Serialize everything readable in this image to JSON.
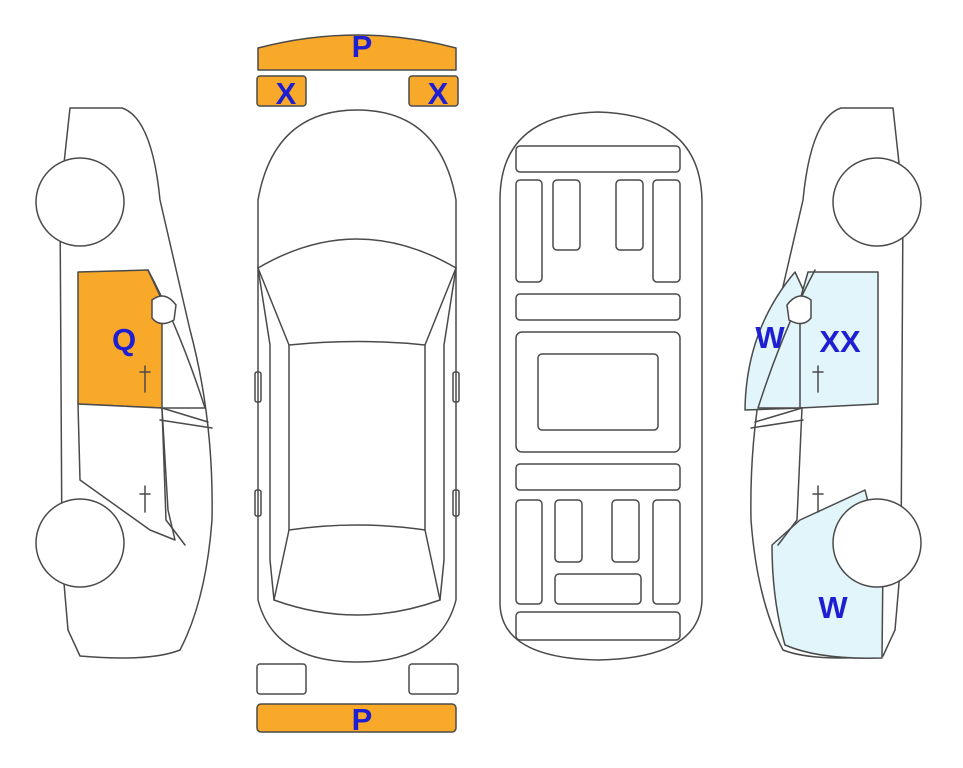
{
  "colors": {
    "orange": "#f8a92a",
    "light_blue": "#e2f5fb",
    "label_blue": "#1f1fd2",
    "outline": "#4a4a4a"
  },
  "labels": {
    "front_bumper": "P",
    "front_left_marker": "X",
    "front_right_marker": "X",
    "rear_bumper": "P",
    "left_front_door": "Q",
    "right_front_fender": "W",
    "right_front_door": "XX",
    "right_rear_quarter": "W"
  },
  "damaged_panels": [
    {
      "panel": "front-bumper",
      "color": "orange"
    },
    {
      "panel": "front-left-lamp",
      "color": "orange"
    },
    {
      "panel": "front-right-lamp",
      "color": "orange"
    },
    {
      "panel": "rear-bumper",
      "color": "orange"
    },
    {
      "panel": "left-front-door",
      "color": "orange"
    },
    {
      "panel": "right-front-fender",
      "color": "light_blue"
    },
    {
      "panel": "right-front-door",
      "color": "light_blue"
    },
    {
      "panel": "right-rear-quarter",
      "color": "light_blue"
    }
  ]
}
